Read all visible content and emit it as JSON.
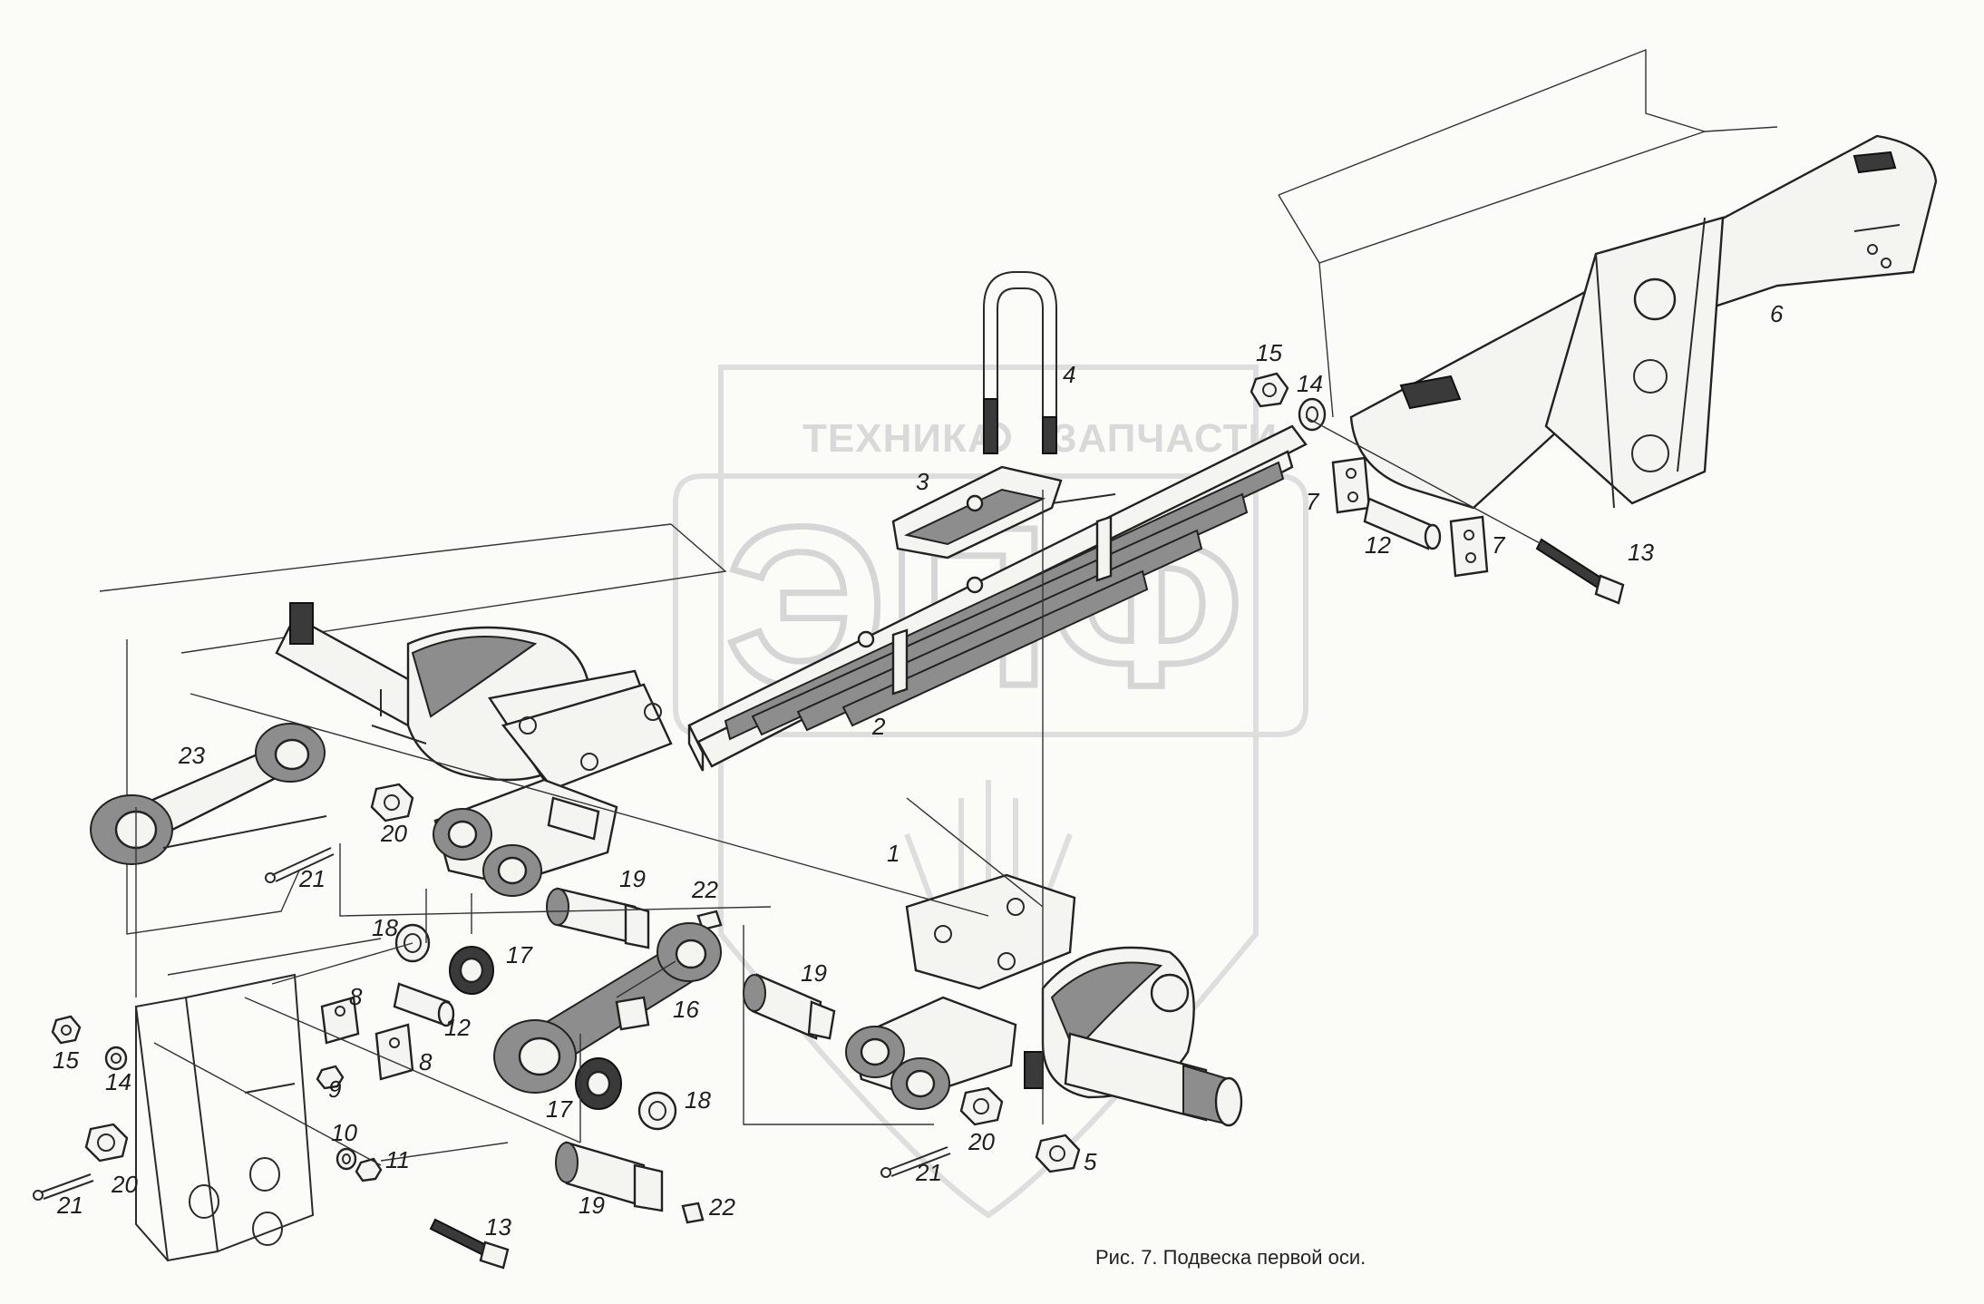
{
  "watermark": {
    "left_text": "ТЕХНИКА",
    "right_text": "ЗАПЧАСТИ",
    "center_text": "ЭПФ"
  },
  "caption": "Рис. 7. Подвеска первой оси.",
  "labels": [
    "1",
    "2",
    "3",
    "4",
    "5",
    "6",
    "7",
    "7",
    "8",
    "8",
    "9",
    "10",
    "11",
    "12",
    "12",
    "13",
    "13",
    "14",
    "14",
    "15",
    "15",
    "16",
    "17",
    "17",
    "18",
    "18",
    "19",
    "19",
    "19",
    "20",
    "20",
    "20",
    "21",
    "21",
    "21",
    "22",
    "22",
    "23"
  ]
}
